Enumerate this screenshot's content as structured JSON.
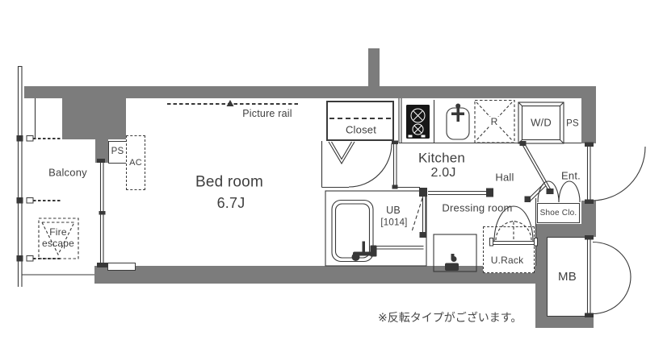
{
  "colors": {
    "wall": "#7c7c7c",
    "line": "#383838",
    "text": "#3f3f3f"
  },
  "rooms": {
    "balcony": {
      "label": "Balcony"
    },
    "fire_escape": {
      "line1": "Fire",
      "line2": "escape"
    },
    "bedroom": {
      "label": "Bed room",
      "size": "6.7J"
    },
    "kitchen": {
      "label": "Kitchen",
      "size": "2.0J"
    },
    "hall": {
      "label": "Hall"
    },
    "entrance": {
      "label": "Ent."
    },
    "dressing_room": {
      "label": "Dressing room"
    },
    "unit_bath": {
      "label": "UB",
      "size": "[1014]"
    }
  },
  "fixtures": {
    "ps_left": "PS",
    "ps_right": "PS",
    "ac": "AC",
    "picture_rail": "Picture rail",
    "closet": "Closet",
    "refrigerator": "R",
    "washer_dryer": "W/D",
    "shoe_closet": "Shoe Clo.",
    "umbrella_rack": "U.Rack",
    "meter_box": "MB"
  },
  "note": {
    "text": "※反転タイプがございます。"
  }
}
